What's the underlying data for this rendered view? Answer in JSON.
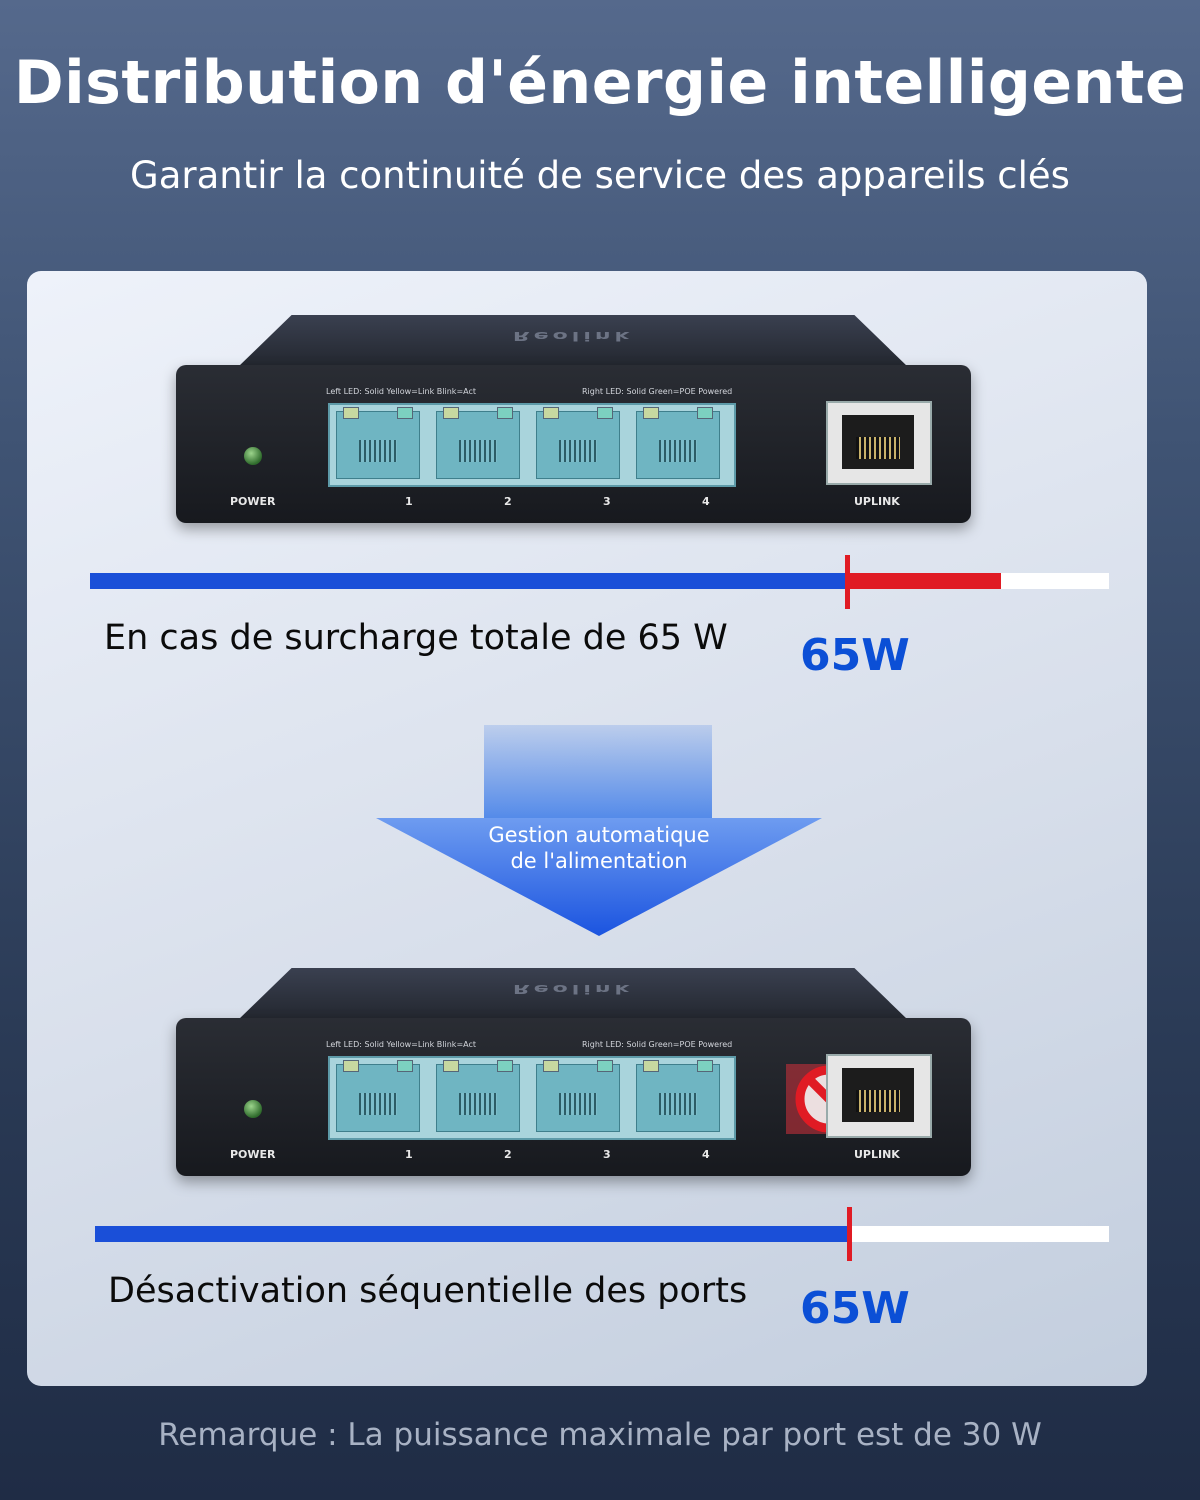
{
  "header": {
    "title": "Distribution d'énergie intelligente",
    "subtitle": "Garantir la continuité de service des appareils clés"
  },
  "device": {
    "brand": "Reolink",
    "left_led_note": "Left LED: Solid Yellow=Link  Blink=Act",
    "right_led_note": "Right LED: Solid Green=POE Powered",
    "power_label": "POWER",
    "uplink_label": "UPLINK",
    "ports": [
      "1",
      "2",
      "3",
      "4"
    ]
  },
  "section_top": {
    "caption": "En cas de surcharge totale de 65 W",
    "watt": "65W"
  },
  "arrow": {
    "line1": "Gestion automatique",
    "line2": "de l'alimentation"
  },
  "section_bottom": {
    "caption": "Désactivation séquentielle des ports",
    "watt": "65W",
    "disabled_port": "4"
  },
  "footer": {
    "note": "Remarque : La puissance maximale par port est de 30 W"
  },
  "colors": {
    "bar_blue": "#1a4fd8",
    "bar_red": "#e01b24",
    "bar_white": "#ffffff",
    "watt_blue": "#0b4fd6"
  }
}
